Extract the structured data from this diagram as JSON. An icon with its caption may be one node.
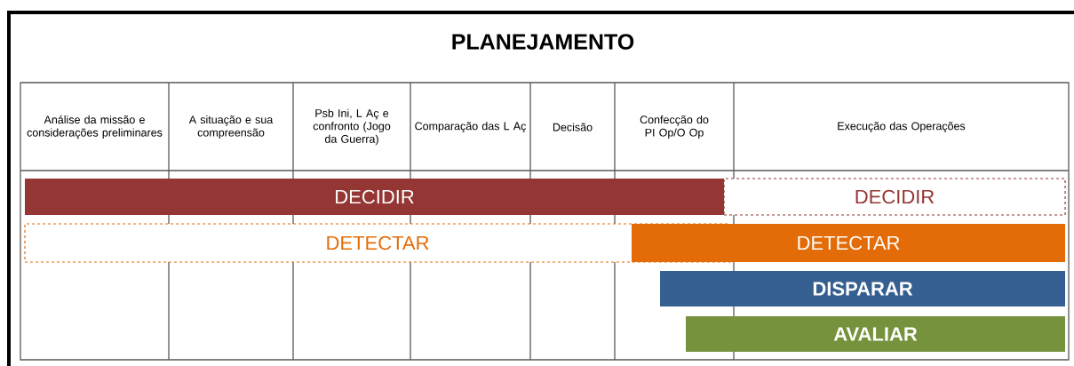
{
  "diagram": {
    "title": "PLANEJAMENTO",
    "nodes": [
      {
        "text": [
          "DECIDIR"
        ]
      },
      {
        "text": [
          "DECIDIR"
        ]
      },
      {
        "text": [
          "DETECTAR"
        ]
      },
      {
        "text": [
          "DETECTAR"
        ]
      },
      {
        "text": [
          "DISPARAR"
        ]
      },
      {
        "text": [
          "AVALIAR"
        ]
      }
    ],
    "labels": [
      "Análise da missão e considerações preliminares",
      "A situação e sua compreensão",
      "Psb Ini, L Aç e confronto (Jogo da Guerra)",
      "Comparação das L Aç",
      "Decisão",
      "Confecção do PI Op/O Op",
      "Execução das Operações"
    ]
  }
}
